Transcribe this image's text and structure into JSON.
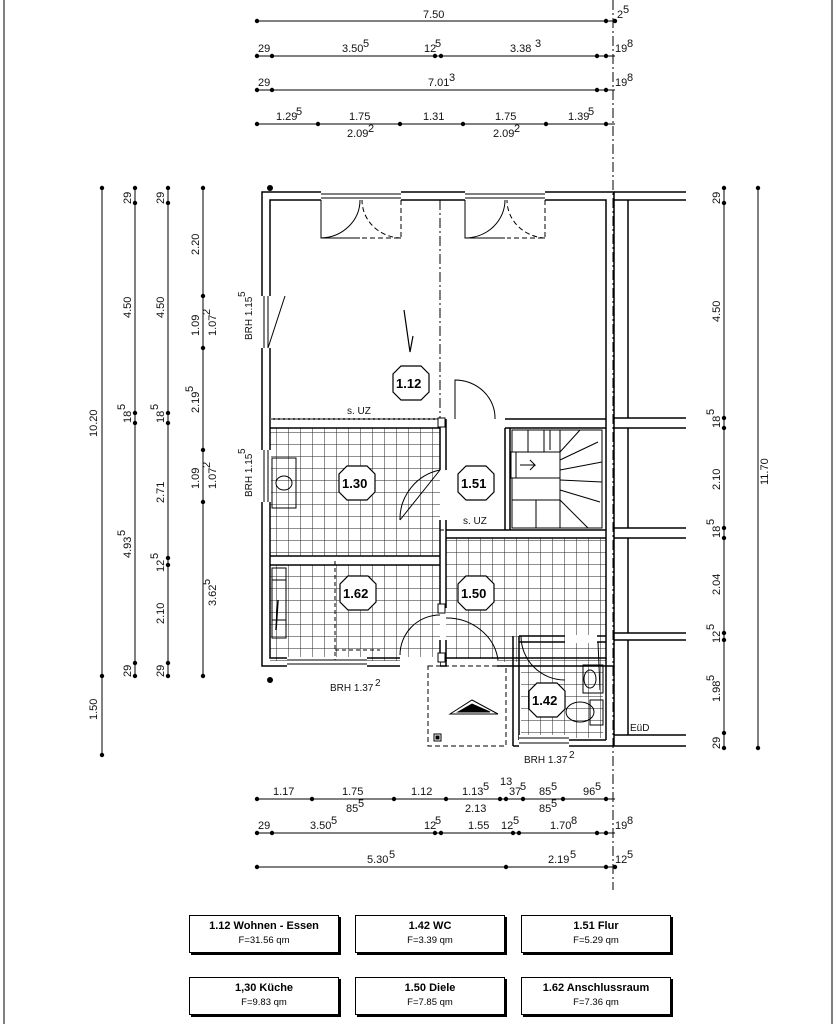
{
  "top_dims": {
    "row1": [
      "7.50",
      "2",
      "5"
    ],
    "row2": [
      "29",
      "3.50",
      "5",
      "12",
      "5",
      "3.38",
      "3",
      "19",
      "8"
    ],
    "row3": [
      "29",
      "7.01",
      "3",
      "19",
      "8"
    ],
    "row4a": [
      "1.29",
      "5",
      "1.75",
      "1.31",
      "1.75",
      "1.39",
      "5"
    ],
    "row4b": [
      "2.09",
      "2",
      "2.09",
      "2"
    ]
  },
  "left_dims": {
    "overall": "10.20",
    "bottom": "1.50",
    "col_a": [
      "29",
      "4.50",
      "18",
      "5",
      "4.93",
      "5",
      "29"
    ],
    "col_b": [
      "29",
      "4.50",
      "18",
      "5",
      "2.71",
      "12",
      "5",
      "2.10",
      "29"
    ],
    "col_c": [
      "2.20",
      "1.09",
      "1.07",
      "2",
      "2.19",
      "5",
      "1.09",
      "1.07",
      "2",
      "3.62",
      "5"
    ]
  },
  "right_dims": {
    "overall": "11.70",
    "col": [
      "29",
      "4.50",
      "18",
      "5",
      "2.10",
      "18",
      "5",
      "2.04",
      "12",
      "5",
      "1.98",
      "5",
      "29"
    ]
  },
  "bottom_dims": {
    "row1a": [
      "1.17",
      "1.75",
      "1.12",
      "1.13",
      "5",
      "13",
      "37",
      "5",
      "85",
      "5",
      "96",
      "5"
    ],
    "row1b": [
      "85",
      "5",
      "2.13",
      "85",
      "5"
    ],
    "row2": [
      "29",
      "3.50",
      "5",
      "12",
      "5",
      "1.55",
      "12",
      "5",
      "1.70",
      "8",
      "19",
      "8"
    ],
    "row3": [
      "5.30",
      "5",
      "2.19",
      "5",
      "12",
      "5"
    ]
  },
  "rooms": [
    {
      "id": "1.12"
    },
    {
      "id": "1.30"
    },
    {
      "id": "1.51"
    },
    {
      "id": "1.62"
    },
    {
      "id": "1.50"
    },
    {
      "id": "1.42"
    }
  ],
  "labels": {
    "brh_left_1": "BRH 1.15",
    "brh_left_1_sup": "5",
    "brh_left_2": "BRH 1.15",
    "brh_left_2_sup": "5",
    "brh_bottom_1": "BRH 1.37",
    "brh_bottom_1_sup": "2",
    "brh_bottom_2": "BRH 1.37",
    "brh_bottom_2_sup": "2",
    "suz_1": "s. UZ",
    "suz_2": "s. UZ",
    "eud": "EüD"
  },
  "legend": [
    {
      "title": "1.12 Wohnen - Essen",
      "area": "F=31.56 qm"
    },
    {
      "title": "1.42 WC",
      "area": "F=3.39 qm"
    },
    {
      "title": "1.51 Flur",
      "area": "F=5.29 qm"
    },
    {
      "title": "1,30 Küche",
      "area": "F=9.83 qm"
    },
    {
      "title": "1.50 Diele",
      "area": "F=7.85 qm"
    },
    {
      "title": "1.62 Anschlussraum",
      "area": "F=7.36 qm"
    }
  ]
}
